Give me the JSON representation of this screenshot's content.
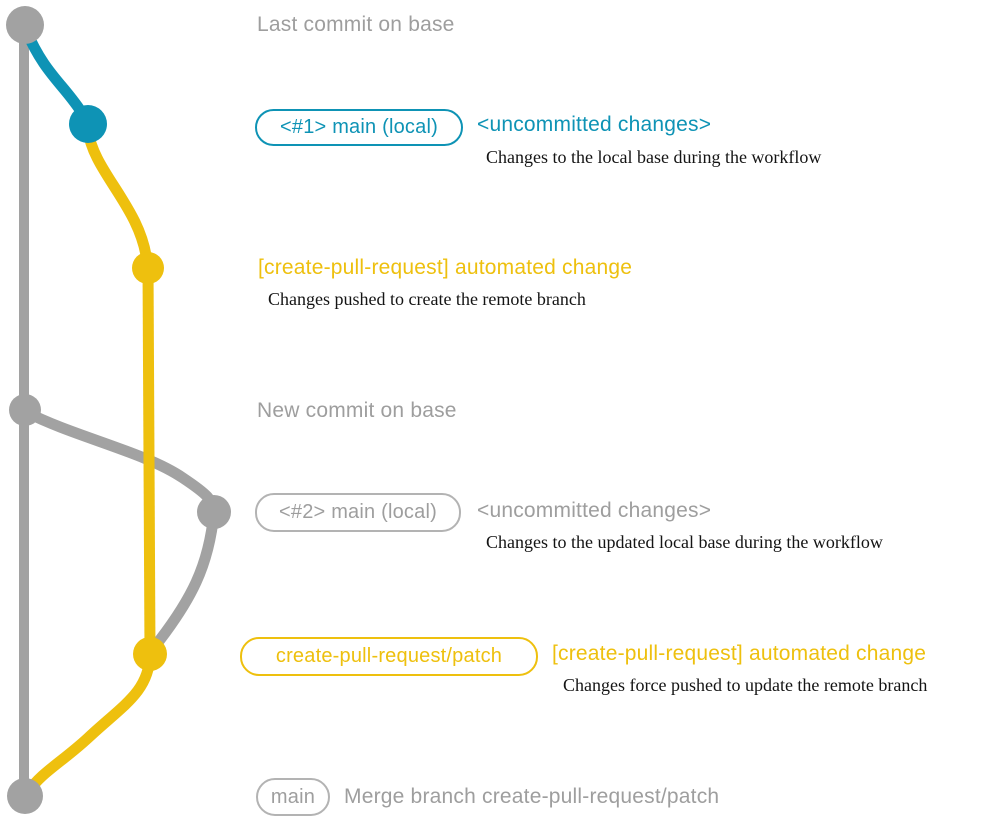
{
  "colors": {
    "base_branch_gray": "#A2A2A2",
    "muted_text_gray": "#9E9E9E",
    "local_branch_blue": "#0E93B5",
    "remote_branch_yellow": "#EEC00E",
    "description_black": "#141414",
    "background": "#FFFFFF"
  },
  "rows": {
    "last_commit": {
      "label": "Last commit on base"
    },
    "local_main_1": {
      "branch_tag": "<#1> main (local)",
      "status": "<uncommitted changes>",
      "description": "Changes to the local base during the workflow"
    },
    "remote_push_1": {
      "commit_message": "[create-pull-request] automated change",
      "description": "Changes pushed to create the remote branch"
    },
    "new_commit": {
      "label": "New commit on base"
    },
    "local_main_2": {
      "branch_tag": "<#2> main (local)",
      "status": "<uncommitted changes>",
      "description": "Changes to the updated local base during the workflow"
    },
    "remote_push_2": {
      "branch_tag": "create-pull-request/patch",
      "commit_message": "[create-pull-request] automated change",
      "description": "Changes force pushed to update the remote branch"
    },
    "merge": {
      "branch_tag": "main",
      "commit_message": "Merge branch create-pull-request/patch"
    }
  }
}
